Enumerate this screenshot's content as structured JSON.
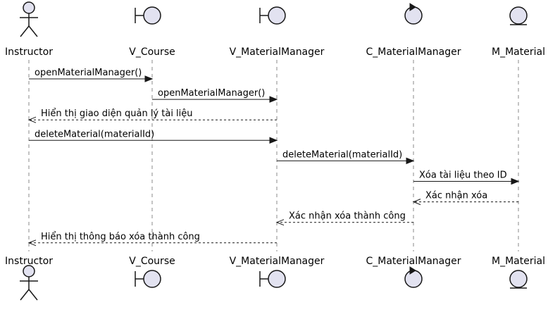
{
  "colors": {
    "line": "#181818",
    "participant_fill": "#E2E2F0",
    "lifeline": "#888888",
    "text": "#000000",
    "background": "#FFFFFF"
  },
  "participants": [
    {
      "id": "instructor",
      "name": "Instructor",
      "kind": "actor"
    },
    {
      "id": "v_course",
      "name": "V_Course",
      "kind": "boundary"
    },
    {
      "id": "v_material_manager",
      "name": "V_MaterialManager",
      "kind": "boundary"
    },
    {
      "id": "c_material_manager",
      "name": "C_MaterialManager",
      "kind": "control"
    },
    {
      "id": "m_material",
      "name": "M_Material",
      "kind": "entity"
    }
  ],
  "messages": [
    {
      "from": "instructor",
      "to": "v_course",
      "label": "openMaterialManager()",
      "style": "sync"
    },
    {
      "from": "v_course",
      "to": "v_material_manager",
      "label": "openMaterialManager()",
      "style": "sync"
    },
    {
      "from": "v_material_manager",
      "to": "instructor",
      "label": "Hiển thị giao diện quản lý tài liệu",
      "style": "return"
    },
    {
      "from": "instructor",
      "to": "v_material_manager",
      "label": "deleteMaterial(materialId)",
      "style": "sync"
    },
    {
      "from": "v_material_manager",
      "to": "c_material_manager",
      "label": "deleteMaterial(materialId)",
      "style": "sync"
    },
    {
      "from": "c_material_manager",
      "to": "m_material",
      "label": "Xóa tài liệu theo ID",
      "style": "sync"
    },
    {
      "from": "m_material",
      "to": "c_material_manager",
      "label": "Xác nhận xóa",
      "style": "return"
    },
    {
      "from": "c_material_manager",
      "to": "v_material_manager",
      "label": "Xác nhận xóa thành công",
      "style": "return"
    },
    {
      "from": "v_material_manager",
      "to": "instructor",
      "label": "Hiển thị thông báo xóa thành công",
      "style": "return"
    }
  ]
}
